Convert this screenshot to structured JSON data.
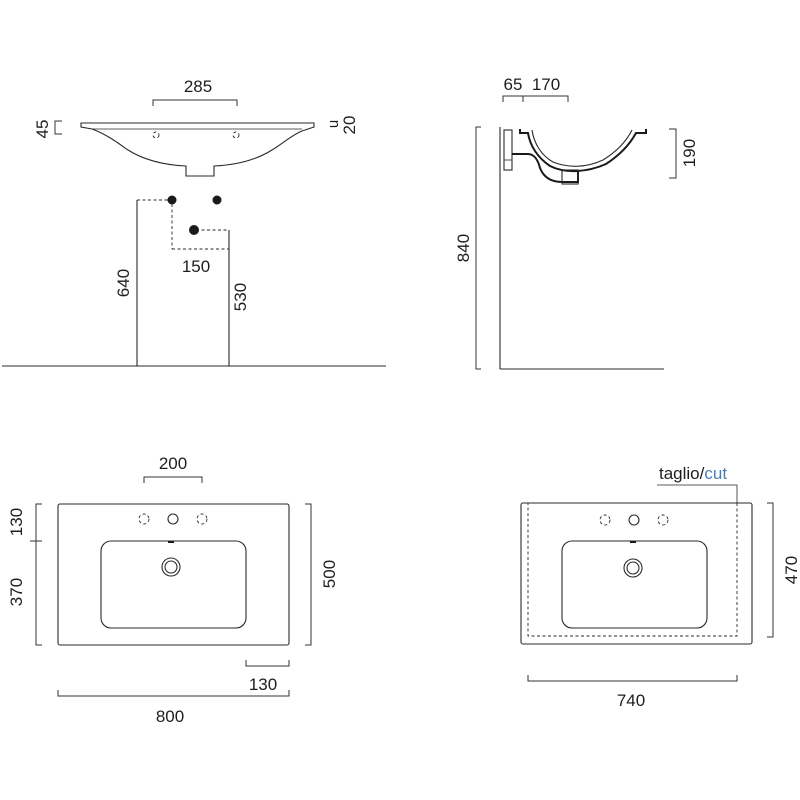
{
  "front_view": {
    "dim_width_top": "285",
    "dim_left_side": "45",
    "dim_right_marker": "u",
    "dim_right_side": "20",
    "dim_hole_spacing": "150",
    "dim_inlet_height": "640",
    "dim_drain_height": "530"
  },
  "side_view": {
    "dim_wall_offset": "65",
    "dim_depth_to_bowl": "170",
    "dim_bowl_height": "190",
    "dim_total_height": "840"
  },
  "plan_view": {
    "dim_tap_spacing": "200",
    "dim_top_margin": "130",
    "dim_lower_depth": "370",
    "dim_total_depth": "500",
    "dim_corner_offset": "130",
    "dim_total_width": "800"
  },
  "cut_view": {
    "cut_label_prefix": "taglio/",
    "cut_label_suffix": "cut",
    "cut_label_suffix_color": "#4a7fb5",
    "dim_cut_depth": "470",
    "dim_cut_width": "740"
  }
}
